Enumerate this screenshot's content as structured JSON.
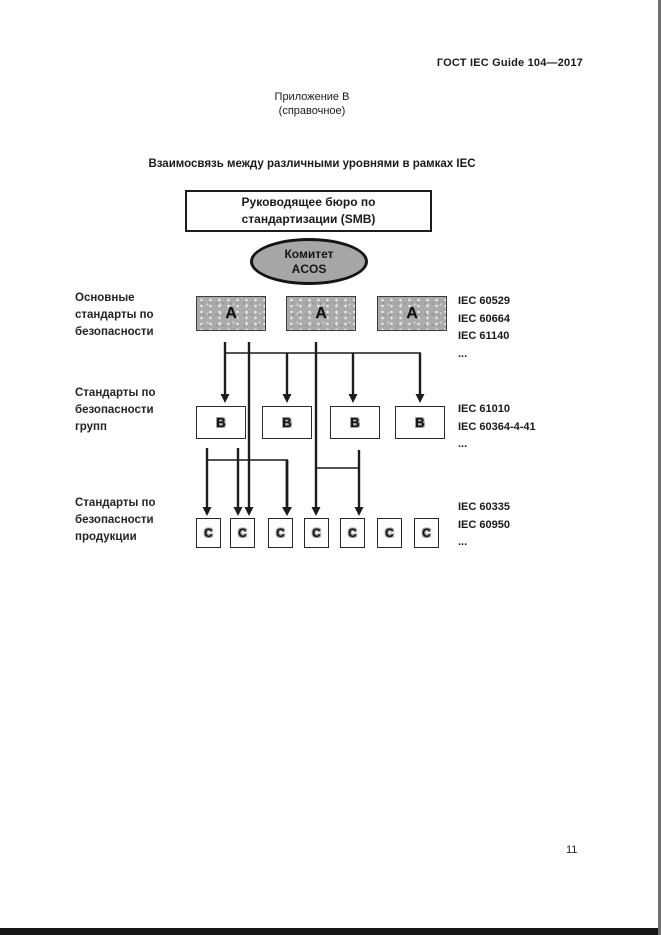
{
  "page": {
    "header": "ГОСТ IEC Guide 104—2017",
    "appendix_label": "Приложение В",
    "appendix_type": "(справочное)",
    "figure_title": "Взаимосвязь между различными уровнями в рамках IEC",
    "page_number": "11"
  },
  "diagram": {
    "smb_box": "Руководящее бюро по\nстандартизации (SMB)",
    "committee": "Комитет\nACOS",
    "levels": [
      {
        "name": "basic-safety-standards",
        "label": "Основные\nстандарты по\nбезопасности",
        "letter": "A",
        "box_count": 3,
        "standards": [
          "IEC 60529",
          "IEC 60664",
          "IEC 61140",
          "..."
        ]
      },
      {
        "name": "group-safety-standards",
        "label": "Стандарты по\nбезопасности\nгрупп",
        "letter": "B",
        "box_count": 4,
        "standards": [
          "IEC 61010",
          "IEC 60364-4-41",
          "..."
        ]
      },
      {
        "name": "product-safety-standards",
        "label": "Стандарты по\nбезопасности\nпродукции",
        "letter": "C",
        "box_count": 7,
        "standards": [
          "IEC 60335",
          "IEC 60950",
          "..."
        ]
      }
    ]
  }
}
